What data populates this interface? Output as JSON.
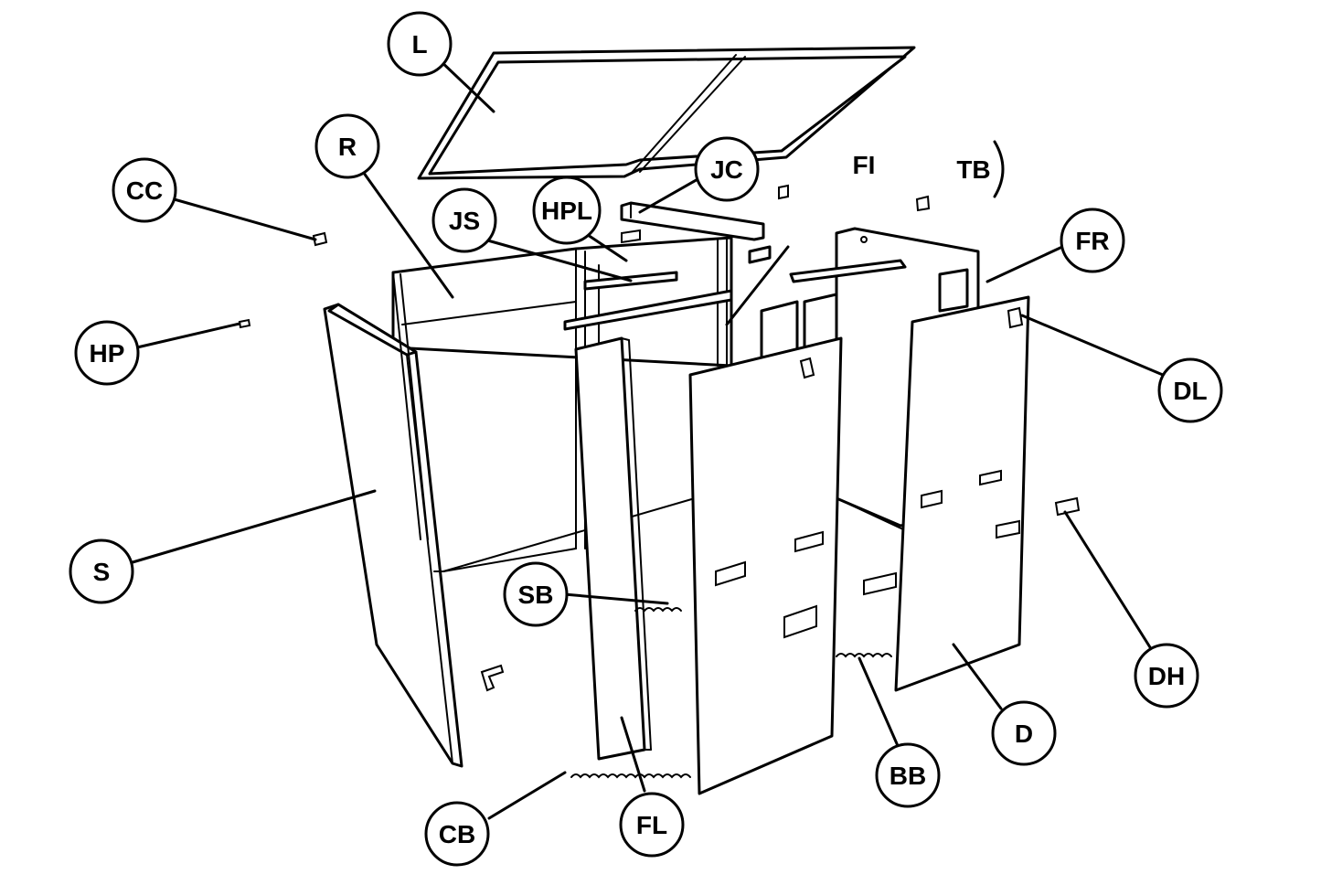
{
  "diagram": {
    "callouts": [
      {
        "id": "L",
        "text": "L"
      },
      {
        "id": "R",
        "text": "R"
      },
      {
        "id": "CC",
        "text": "CC"
      },
      {
        "id": "JS",
        "text": "JS"
      },
      {
        "id": "HPL",
        "text": "HPL"
      },
      {
        "id": "JC",
        "text": "JC"
      },
      {
        "id": "FR",
        "text": "FR"
      },
      {
        "id": "HP",
        "text": "HP"
      },
      {
        "id": "DL",
        "text": "DL"
      },
      {
        "id": "S",
        "text": "S"
      },
      {
        "id": "SB",
        "text": "SB"
      },
      {
        "id": "DH",
        "text": "DH"
      },
      {
        "id": "D",
        "text": "D"
      },
      {
        "id": "BB",
        "text": "BB"
      },
      {
        "id": "CB",
        "text": "CB"
      },
      {
        "id": "FL",
        "text": "FL"
      }
    ],
    "free_labels": [
      {
        "id": "FI",
        "text": "FI"
      },
      {
        "id": "TB",
        "text": "TB"
      }
    ]
  }
}
